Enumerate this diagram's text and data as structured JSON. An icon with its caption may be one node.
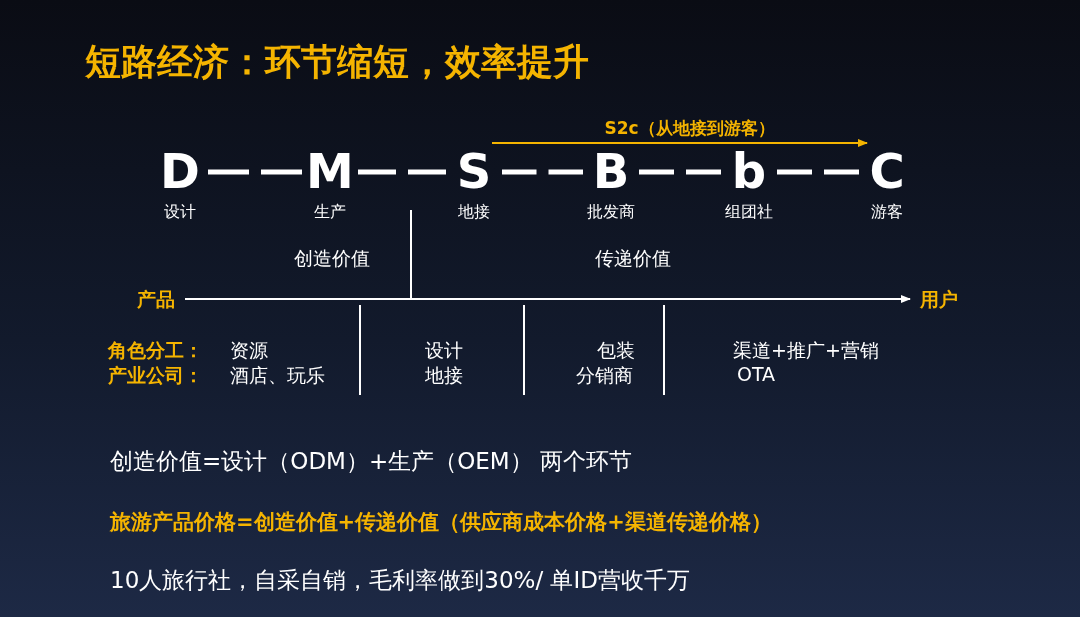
{
  "diagram": {
    "title": "短路经济：环节缩短，效率提升",
    "nodes": [
      {
        "text": [
          "D",
          "设计"
        ]
      },
      {
        "text": [
          "M",
          "生产"
        ]
      },
      {
        "text": [
          "S",
          "地接"
        ]
      },
      {
        "text": [
          "B",
          "批发商"
        ]
      },
      {
        "text": [
          "b",
          "组团社"
        ]
      },
      {
        "text": [
          "C",
          "游客"
        ]
      },
      {
        "text": [
          "产品"
        ]
      },
      {
        "text": [
          "用户"
        ]
      }
    ],
    "edges": [
      {
        "from": 0,
        "to": 1,
        "arrow": "none",
        "style": "dashed"
      },
      {
        "from": 1,
        "to": 2,
        "arrow": "none",
        "style": "dashed"
      },
      {
        "from": 2,
        "to": 3,
        "arrow": "none",
        "style": "dashed"
      },
      {
        "from": 3,
        "to": 4,
        "arrow": "none",
        "style": "dashed"
      },
      {
        "from": 4,
        "to": 5,
        "arrow": "none",
        "style": "dashed"
      },
      {
        "from": 2,
        "to": 5,
        "arrow": "to",
        "label": "S2c（从地接到游客）",
        "color": "#f5b400"
      },
      {
        "from": 6,
        "to": 7,
        "arrow": "to"
      }
    ],
    "labels": [
      "创造价值",
      "传递价值",
      "角色分工：",
      "资源",
      "产业公司：",
      "酒店、玩乐",
      "设计",
      "地接",
      "包装",
      "分销商",
      "渠道+推广+营销",
      "OTA",
      "创造价值=设计（ODM）+生产（OEM） 两个环节",
      "旅游产品价格=创造价值+传递价值（供应商成本价格+渠道传递价格）",
      "10人旅行社，自采自销，毛利率做到30%/ 单ID营收千万"
    ]
  }
}
